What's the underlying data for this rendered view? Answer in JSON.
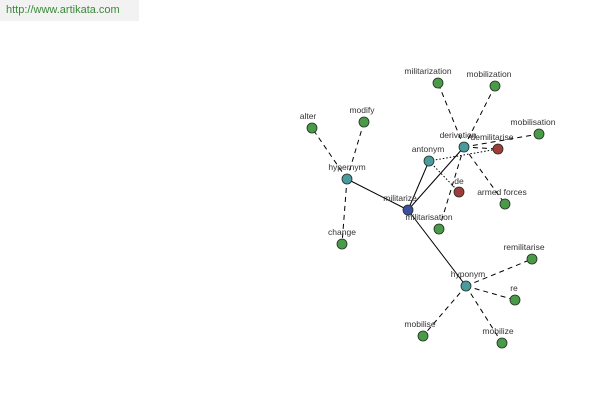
{
  "header": {
    "url": "http://www.artikata.com"
  },
  "colors": {
    "background": "#ffffff",
    "url_text": "#3a8a3a",
    "edge": "#000000",
    "label": "#333333",
    "node_stroke": "#1f2f1f",
    "word": "#4a9a4a",
    "relation": "#4a9aa0",
    "center": "#3c4fa0",
    "affix": "#a03c3c"
  },
  "graph": {
    "nodes": [
      {
        "id": "militarize",
        "label": "militarize",
        "kind": "center"
      },
      {
        "id": "hypernym",
        "label": "hypernym",
        "kind": "relation"
      },
      {
        "id": "antonym",
        "label": "antonym",
        "kind": "relation"
      },
      {
        "id": "derivation",
        "label": "derivation",
        "kind": "relation"
      },
      {
        "id": "hyponym",
        "label": "hyponym",
        "kind": "relation"
      },
      {
        "id": "alter",
        "label": "alter",
        "kind": "word"
      },
      {
        "id": "modify",
        "label": "modify",
        "kind": "word"
      },
      {
        "id": "change",
        "label": "change",
        "kind": "word"
      },
      {
        "id": "militarization",
        "label": "militarization",
        "kind": "word"
      },
      {
        "id": "mobilization",
        "label": "mobilization",
        "kind": "word"
      },
      {
        "id": "mobilisation",
        "label": "mobilisation",
        "kind": "word"
      },
      {
        "id": "demilitarise",
        "label": "demilitarise",
        "kind": "affix"
      },
      {
        "id": "de",
        "label": "de",
        "kind": "affix"
      },
      {
        "id": "armed-forces",
        "label": "armed forces",
        "kind": "word"
      },
      {
        "id": "militarisation",
        "label": "militarisation",
        "kind": "word"
      },
      {
        "id": "remilitarise",
        "label": "remilitarise",
        "kind": "word"
      },
      {
        "id": "re",
        "label": "re",
        "kind": "word"
      },
      {
        "id": "mobilise",
        "label": "mobilise",
        "kind": "word"
      },
      {
        "id": "mobilize",
        "label": "mobilize",
        "kind": "word"
      }
    ],
    "edges": [
      {
        "from": "militarize",
        "to": "hypernym",
        "style": "solid"
      },
      {
        "from": "militarize",
        "to": "antonym",
        "style": "solid"
      },
      {
        "from": "militarize",
        "to": "derivation",
        "style": "solid"
      },
      {
        "from": "militarize",
        "to": "hyponym",
        "style": "solid"
      },
      {
        "from": "hypernym",
        "to": "alter",
        "style": "dashed"
      },
      {
        "from": "hypernym",
        "to": "modify",
        "style": "dashed"
      },
      {
        "from": "hypernym",
        "to": "change",
        "style": "dashed"
      },
      {
        "from": "antonym",
        "to": "demilitarise",
        "style": "dotted"
      },
      {
        "from": "antonym",
        "to": "de",
        "style": "dotted"
      },
      {
        "from": "derivation",
        "to": "militarization",
        "style": "dashed"
      },
      {
        "from": "derivation",
        "to": "mobilization",
        "style": "dashed"
      },
      {
        "from": "derivation",
        "to": "mobilisation",
        "style": "dashed"
      },
      {
        "from": "derivation",
        "to": "demilitarise",
        "style": "dashed"
      },
      {
        "from": "derivation",
        "to": "armed-forces",
        "style": "dashed"
      },
      {
        "from": "derivation",
        "to": "militarisation",
        "style": "dashed"
      },
      {
        "from": "hyponym",
        "to": "remilitarise",
        "style": "dashed"
      },
      {
        "from": "hyponym",
        "to": "re",
        "style": "dashed"
      },
      {
        "from": "hyponym",
        "to": "mobilise",
        "style": "dashed"
      },
      {
        "from": "hyponym",
        "to": "mobilize",
        "style": "dashed"
      }
    ]
  }
}
